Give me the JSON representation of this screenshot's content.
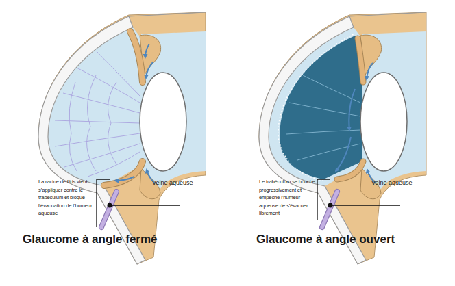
{
  "diagram": {
    "labels": [
      "La racine de l’iris vient s’appliquer contre le trabéculum et bloque l’évacuation de l’humeur aqueuse",
      "Veine aqueuse",
      "Le trabéculum se bouche progressivement et empêche l’humeur aqueuse de s’évacuer librement",
      "Veine aqueuse",
      "Glaucome à angle fermé",
      "Glaucome à angle ouvert"
    ]
  }
}
